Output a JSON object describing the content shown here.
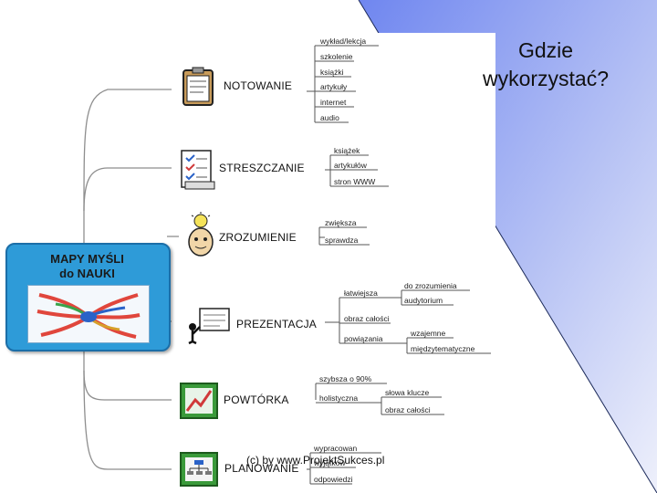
{
  "slide": {
    "title_line1": "Gdzie",
    "title_line2": "wykorzystać?",
    "footer": "(c) by www.ProjektSukces.pl"
  },
  "hub": {
    "title_line1": "MAPY MYŚLI",
    "title_line2": "do NAUKI"
  },
  "branches": {
    "notowanie": {
      "label": "NOTOWANIE",
      "icon": "clipboard-icon",
      "leaves": [
        "wykład/lekcja",
        "szkolenie",
        "książki",
        "artykuły",
        "internet",
        "audio"
      ]
    },
    "streszczanie": {
      "label": "STRESZCZANIE",
      "icon": "document-icon",
      "leaves": [
        "książek",
        "artykułów",
        "stron WWW"
      ]
    },
    "zrozumienie": {
      "label": "ZROZUMIENIE",
      "icon": "lightbulb-head-icon",
      "leaves": [
        "zwiększa",
        "sprawdza"
      ]
    },
    "prezentacja": {
      "label": "PREZENTACJA",
      "icon": "presenter-icon",
      "leaves": [
        "łatwiejsza",
        "obraz całości",
        "powiązania"
      ],
      "subleaves": [
        "do zrozumienia",
        "audytorium",
        "wzajemne",
        "międzytematyczne"
      ]
    },
    "powtorka": {
      "label": "POWTÓRKA",
      "icon": "chart-icon",
      "leaves": [
        "szybsza o 90%",
        "holistyczna"
      ],
      "subleaves": [
        "słowa klucze",
        "obraz całości"
      ]
    },
    "planowanie": {
      "label": "PLANOWANIE",
      "icon": "plan-icon",
      "leaves": [
        "wypracowan",
        "wyjątków",
        "odpowiedzi"
      ]
    }
  },
  "colors": {
    "gradient_top": "#6f86f0",
    "gradient_bottom": "#e8eafa",
    "hub_fill": "#2e9bd8",
    "branch_line": "#8e8e8e"
  }
}
